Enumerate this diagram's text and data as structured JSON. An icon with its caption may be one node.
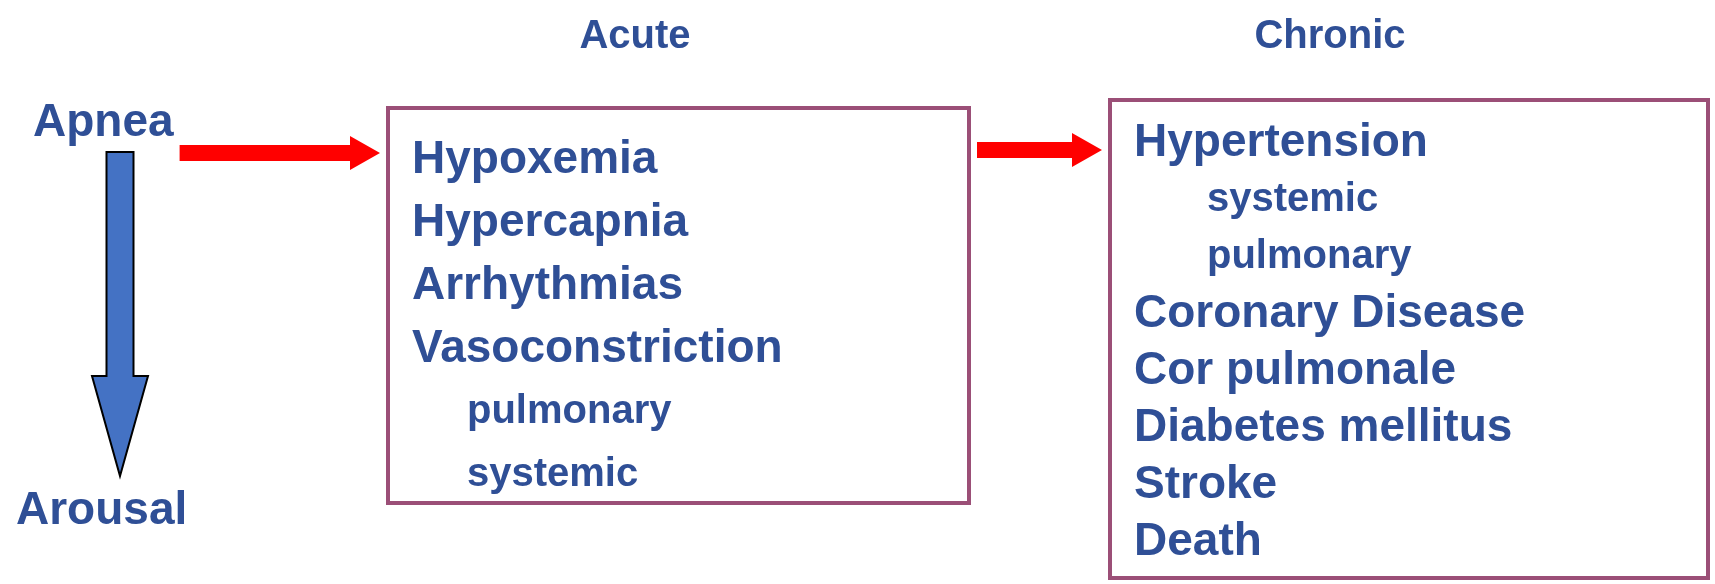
{
  "diagram": {
    "nodes": [
      {
        "text": [
          "Apnea"
        ]
      },
      {
        "text": [
          "Arousal"
        ]
      },
      {
        "text": [
          "Acute",
          "Hypoxemia",
          "Hypercapnia",
          "Arrhythmias",
          "Vasoconstriction",
          "pulmonary",
          "systemic"
        ]
      },
      {
        "text": [
          "Chronic",
          "Hypertension",
          "systemic",
          "pulmonary",
          "Coronary Disease",
          "Cor pulmonale",
          "Diabetes mellitus",
          "Stroke",
          "Death"
        ]
      }
    ],
    "edges": [
      {
        "from": 0,
        "to": 2,
        "arrow": "to",
        "style": "thick"
      },
      {
        "from": 2,
        "to": 3,
        "arrow": "to",
        "style": "thick"
      },
      {
        "from": 0,
        "to": 1,
        "arrow": "to",
        "style": "thick",
        "color": "#4472c4"
      }
    ]
  }
}
